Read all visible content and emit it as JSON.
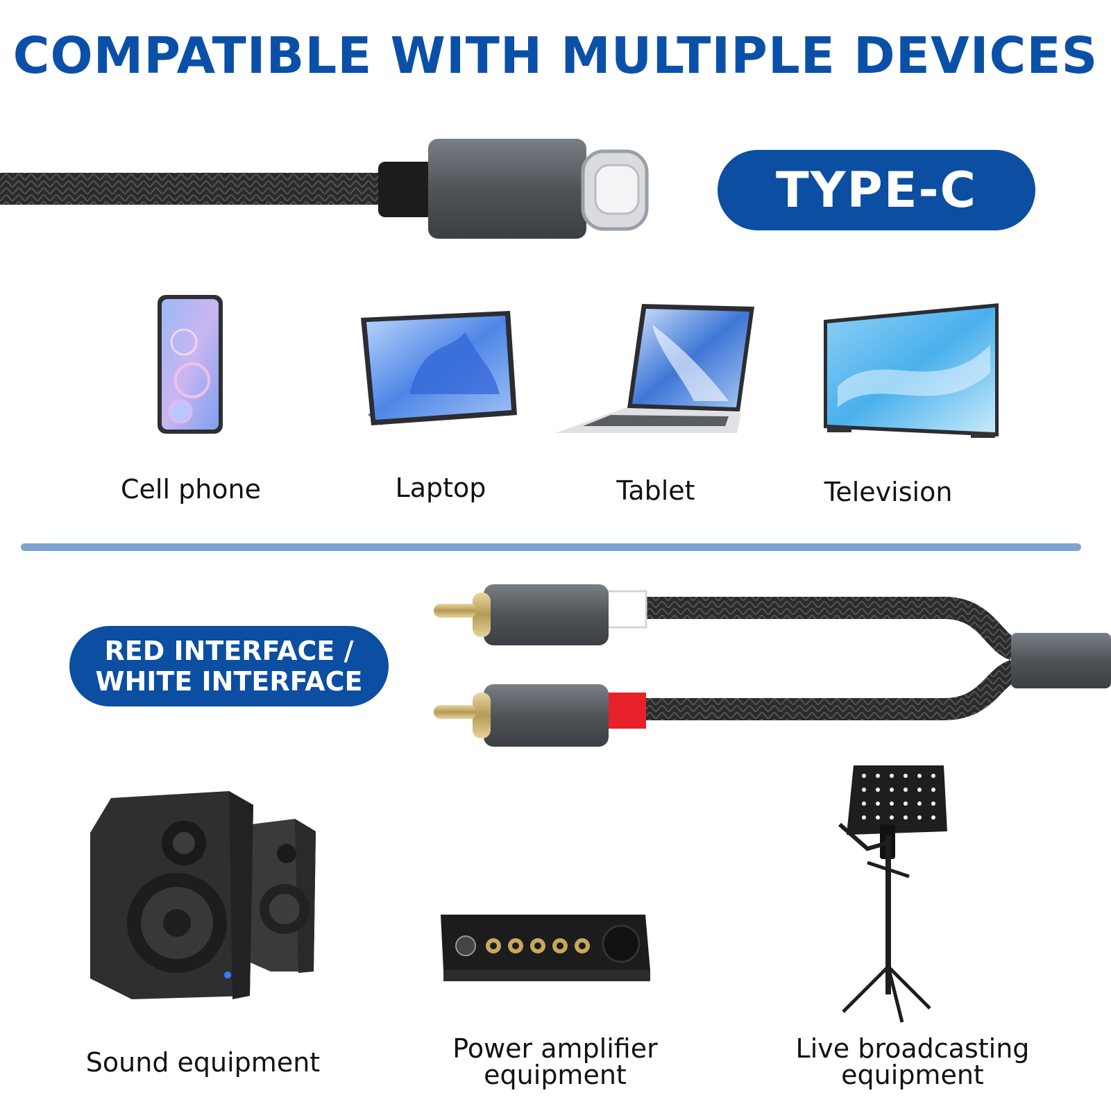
{
  "headline": "COMPATIBLE WITH MULTIPLE DEVICES",
  "type_c_badge": "TYPE-C",
  "rca_badge": {
    "line1": "RED INTERFACE /",
    "line2": "WHITE INTERFACE"
  },
  "top_devices": [
    {
      "label": "Cell phone",
      "icon": "cell-phone-icon"
    },
    {
      "label": "Laptop",
      "icon": "tablet-device-icon"
    },
    {
      "label": "Tablet",
      "icon": "laptop-device-icon"
    },
    {
      "label": "Television",
      "icon": "television-icon"
    }
  ],
  "bottom_devices": [
    {
      "label": "Sound equipment",
      "icon": "speakers-icon"
    },
    {
      "label_line1": "Power amplifier",
      "label_line2": "equipment",
      "icon": "amplifier-icon"
    },
    {
      "label_line1": "Live broadcasting",
      "label_line2": "equipment",
      "icon": "broadcast-stand-icon"
    }
  ],
  "colors": {
    "brand_blue": "#0b50a8",
    "badge_blue": "#0b4ea2",
    "divider": "#7da3d2"
  }
}
